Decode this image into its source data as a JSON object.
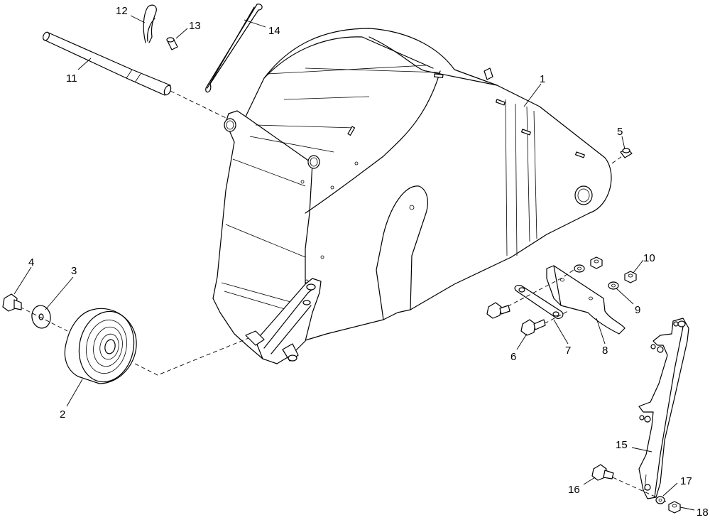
{
  "diagram": {
    "type": "exploded-parts-view",
    "callouts": [
      {
        "id": "p1",
        "label": "1"
      },
      {
        "id": "p2",
        "label": "2"
      },
      {
        "id": "p3",
        "label": "3"
      },
      {
        "id": "p4",
        "label": "4"
      },
      {
        "id": "p5",
        "label": "5"
      },
      {
        "id": "p6",
        "label": "6"
      },
      {
        "id": "p7",
        "label": "7"
      },
      {
        "id": "p8",
        "label": "8"
      },
      {
        "id": "p9",
        "label": "9"
      },
      {
        "id": "p10",
        "label": "10"
      },
      {
        "id": "p11",
        "label": "11"
      },
      {
        "id": "p12",
        "label": "12"
      },
      {
        "id": "p13",
        "label": "13"
      },
      {
        "id": "p14",
        "label": "14"
      },
      {
        "id": "p15",
        "label": "15"
      },
      {
        "id": "p16",
        "label": "16"
      },
      {
        "id": "p17",
        "label": "17"
      },
      {
        "id": "p18",
        "label": "18"
      }
    ]
  }
}
